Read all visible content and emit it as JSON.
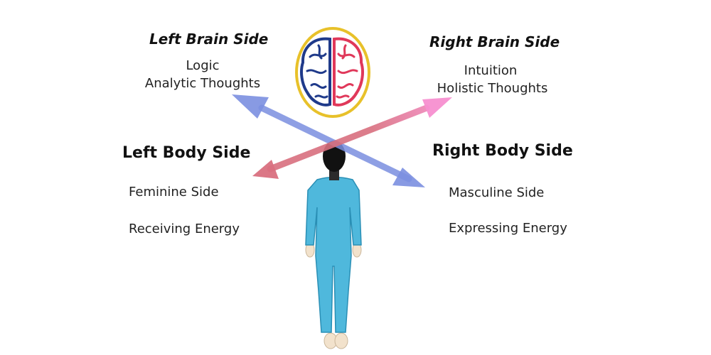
{
  "left_brain": {
    "title": "Left Brain Side",
    "traits": [
      "Logic",
      "Analytic Thoughts"
    ]
  },
  "right_brain": {
    "title": "Right Brain Side",
    "traits": [
      "Intuition",
      "Holistic Thoughts"
    ]
  },
  "left_body": {
    "title": "Left Body Side",
    "traits": [
      "Feminine Side",
      "Receiving Energy"
    ]
  },
  "right_body": {
    "title": "Right Body Side",
    "traits": [
      "Masculine Side",
      "Expressing Energy"
    ]
  },
  "colors": {
    "left_hemisphere": "#1f3a8a",
    "right_hemisphere": "#e0385a",
    "head_outline": "#e8c12a",
    "arrow_blue": "#7b8fe0",
    "arrow_red": "#d97a8a",
    "arrow_pink_tip": "#f78fd0",
    "suit": "#4fb8dc",
    "skin": "#f2e2cc",
    "hair": "#111111"
  },
  "icons": [
    "brain-icon",
    "person-figure",
    "left-brain-arrow",
    "right-brain-arrow"
  ]
}
